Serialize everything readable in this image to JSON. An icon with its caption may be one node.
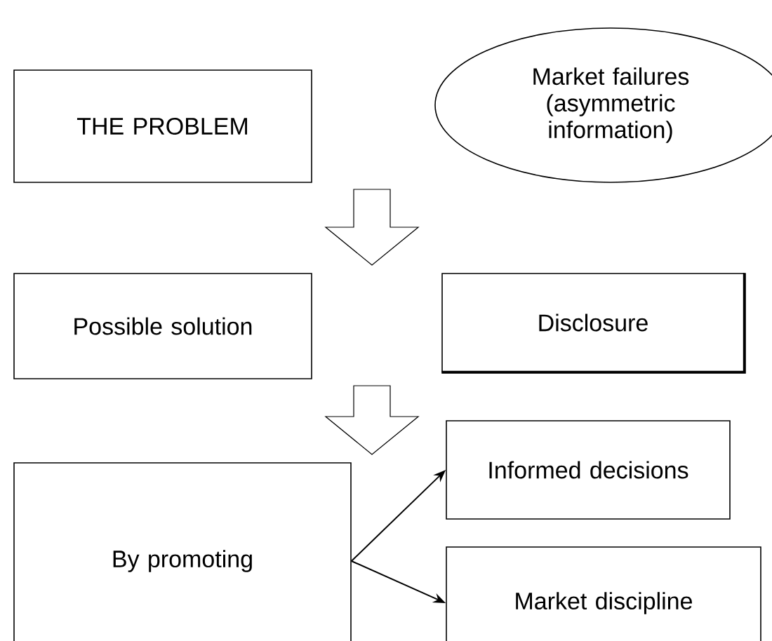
{
  "diagram": {
    "nodes": [
      {
        "text": [
          "THE PROBLEM"
        ]
      },
      {
        "text": [
          "Market failures (asymmetric information)"
        ]
      },
      {
        "text": [
          "Possible solution"
        ]
      },
      {
        "text": [
          "Disclosure"
        ]
      },
      {
        "text": [
          "By promoting"
        ]
      },
      {
        "text": [
          "Informed decisions"
        ]
      },
      {
        "text": [
          "Market discipline"
        ]
      }
    ],
    "edges": [
      {
        "from": 0,
        "to": 2,
        "arrow": "to"
      },
      {
        "from": 2,
        "to": 4,
        "arrow": "to"
      },
      {
        "from": 4,
        "to": 5,
        "arrow": "to"
      },
      {
        "from": 4,
        "to": 6,
        "arrow": "to"
      }
    ]
  }
}
